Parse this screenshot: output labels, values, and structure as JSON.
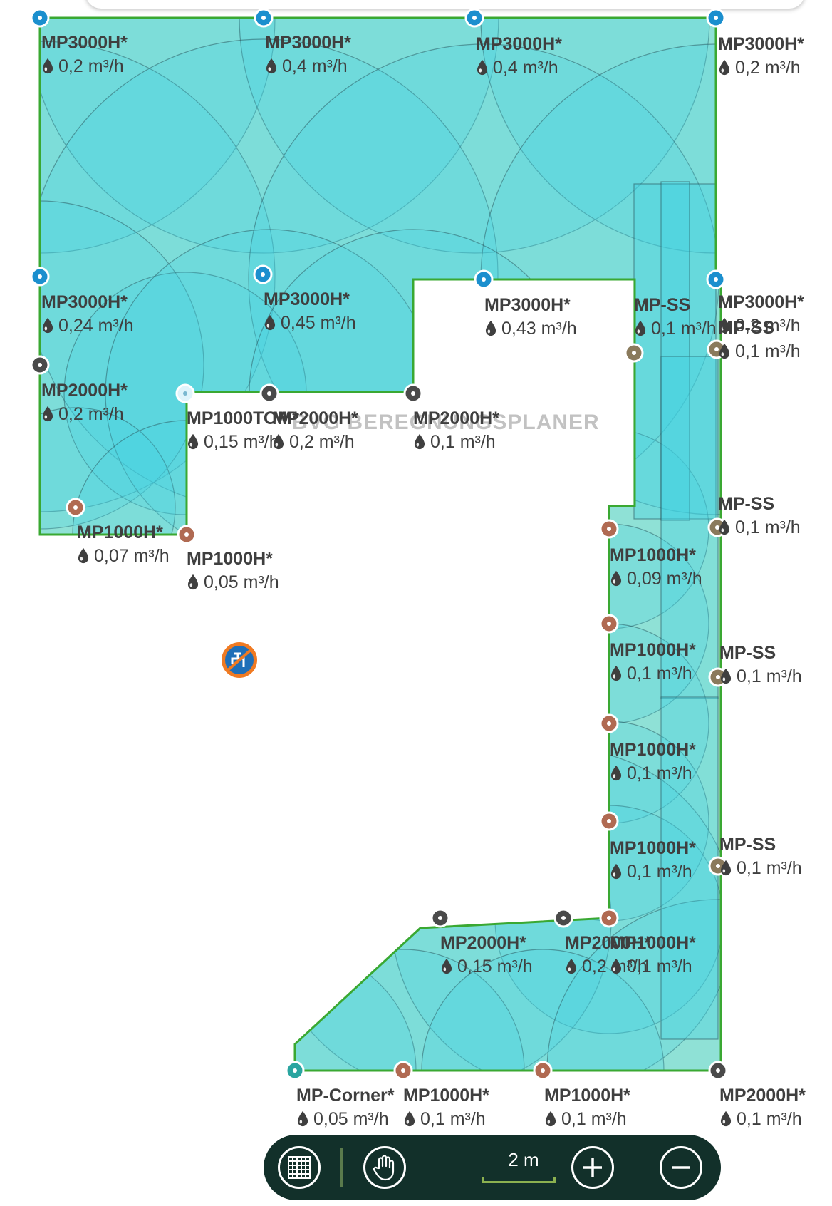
{
  "watermark": "BVG BEREGNUNGSPLANER",
  "colors": {
    "area_fill": "#a6e6d2",
    "coverage_fill": "#3fd0e2",
    "area_border": "#3aa832",
    "marker_mp3000": "#1b8fce",
    "marker_mp2000": "#4a4a4a",
    "marker_mp1000": "#b06a52",
    "marker_mpss": "#8a7a5c",
    "marker_corner": "#2aa5a0",
    "marker_tom": "#dff4fb",
    "toolbar_bg": "#12302a",
    "label_text": "#3f3f3f"
  },
  "sprinklers": [
    {
      "name": "MP3000H*",
      "flow": "0,2 m³/h"
    },
    {
      "name": "MP3000H*",
      "flow": "0,4 m³/h"
    },
    {
      "name": "MP3000H*",
      "flow": "0,4 m³/h"
    },
    {
      "name": "MP3000H*",
      "flow": "0,2 m³/h"
    },
    {
      "name": "MP3000H*",
      "flow": "0,24 m³/h"
    },
    {
      "name": "MP3000H*",
      "flow": "0,45 m³/h"
    },
    {
      "name": "MP3000H*",
      "flow": "0,43 m³/h"
    },
    {
      "name": "MP-SS",
      "flow": "0,1 m³/h"
    },
    {
      "name": "MP3000H*",
      "flow": "0,2 m³/h"
    },
    {
      "name": "MP-SS",
      "flow": "0,1 m³/h"
    },
    {
      "name": "MP2000H*",
      "flow": "0,2 m³/h"
    },
    {
      "name": "MP1000TOM*",
      "flow": "0,15 m³/h"
    },
    {
      "name": "MP2000H*",
      "flow": "0,2 m³/h"
    },
    {
      "name": "MP2000H*",
      "flow": "0,1 m³/h"
    },
    {
      "name": "MP-SS",
      "flow": "0,1 m³/h"
    },
    {
      "name": "MP1000H*",
      "flow": "0,07 m³/h"
    },
    {
      "name": "MP1000H*",
      "flow": "0,05 m³/h"
    },
    {
      "name": "MP1000H*",
      "flow": "0,09 m³/h"
    },
    {
      "name": "MP-SS",
      "flow": "0,1 m³/h"
    },
    {
      "name": "MP1000H*",
      "flow": "0,1 m³/h"
    },
    {
      "name": "MP1000H*",
      "flow": "0,1 m³/h"
    },
    {
      "name": "MP-SS",
      "flow": "0,1 m³/h"
    },
    {
      "name": "MP1000H*",
      "flow": "0,1 m³/h"
    },
    {
      "name": "MP2000H*",
      "flow": "0,15 m³/h"
    },
    {
      "name": "MP2000H*",
      "flow": "0,2 m³/h"
    },
    {
      "name": "MP1000H*",
      "flow": "0,1 m³/h"
    },
    {
      "name": "MP-Corner*",
      "flow": "0,05 m³/h"
    },
    {
      "name": "MP1000H*",
      "flow": "0,1 m³/h"
    },
    {
      "name": "MP1000H*",
      "flow": "0,1 m³/h"
    },
    {
      "name": "MP2000H*",
      "flow": "0,1 m³/h"
    }
  ],
  "toolbar": {
    "grid_icon": "grid-icon",
    "pan_icon": "hand-icon",
    "scale": "2 m",
    "zoom_in_icon": "plus-icon",
    "zoom_out_icon": "minus-icon"
  },
  "water_source_icon": "faucet-icon"
}
